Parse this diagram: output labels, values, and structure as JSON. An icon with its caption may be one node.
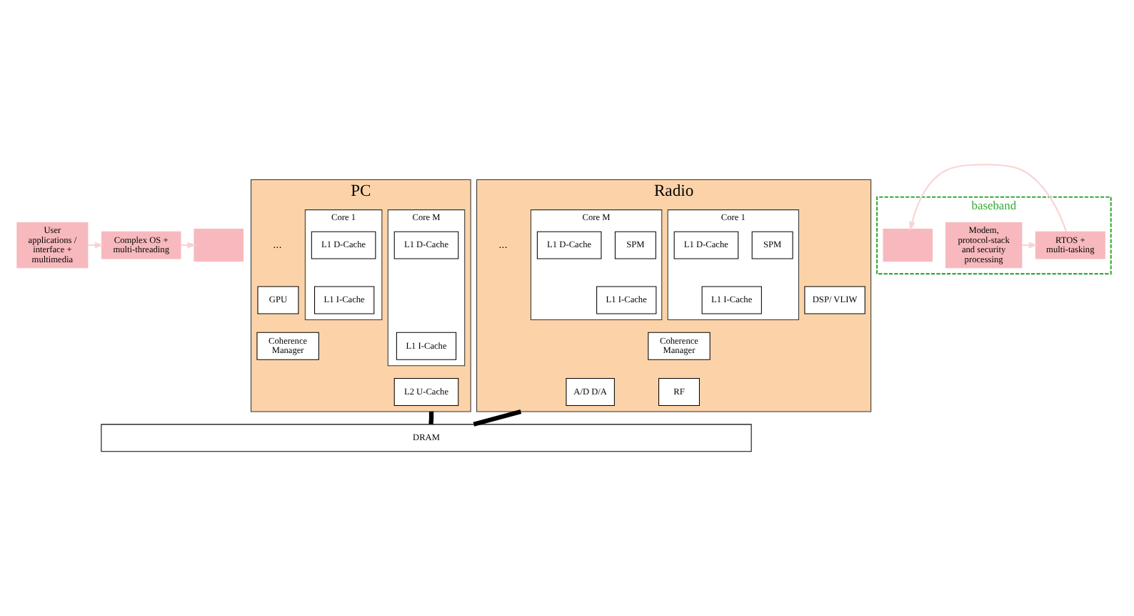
{
  "diagram": {
    "nodes": [
      {
        "text": [
          "User applications / interface + multimedia"
        ]
      },
      {
        "text": [
          "Complex OS + multi-threading"
        ]
      },
      {
        "text": [],
        "shape": "box"
      },
      {
        "text": [
          "PC"
        ]
      },
      {
        "text": [
          "GPU"
        ],
        "in": 3
      },
      {
        "text": [
          "Core 1"
        ],
        "in": 3
      },
      {
        "text": [
          "L1 I-Cache"
        ],
        "in": 5
      },
      {
        "text": [
          "L1 D-Cache"
        ],
        "in": 5
      },
      {
        "text": [
          "Core M"
        ],
        "in": 3
      },
      {
        "text": [
          "L1 I-Cache"
        ],
        "in": 8
      },
      {
        "text": [
          "L1 D-Cache"
        ],
        "in": 8
      },
      {
        "text": [
          "Coherence Manager"
        ],
        "in": 3
      },
      {
        "text": [
          "L2 U-Cache"
        ],
        "in": 3
      },
      {
        "text": [
          "baseband"
        ]
      },
      {
        "text": [
          "Modem, protocol-stack and security processing"
        ],
        "in": 13
      },
      {
        "text": [
          "RTOS + multi-tasking"
        ],
        "in": 13
      },
      {
        "text": [],
        "shape": "box",
        "in": 13
      },
      {
        "text": [
          "Radio"
        ]
      },
      {
        "text": [
          "DSP/ VLIW"
        ],
        "in": 17
      },
      {
        "text": [
          "Core 1"
        ],
        "in": 17
      },
      {
        "text": [
          "SPM"
        ],
        "in": 19
      },
      {
        "text": [
          "L1 I-Cache"
        ],
        "in": 19
      },
      {
        "text": [
          "L1 D-Cache"
        ],
        "in": 19
      },
      {
        "text": [
          "Core M"
        ],
        "in": 17
      },
      {
        "text": [
          "SPM"
        ],
        "in": 23
      },
      {
        "text": [
          "L1 I-Cache"
        ],
        "in": 23
      },
      {
        "text": [
          "L1 D-Cache"
        ],
        "in": 23
      },
      {
        "text": [
          "Coherence Manager"
        ],
        "in": 17
      },
      {
        "text": [
          "RF"
        ],
        "in": 17
      },
      {
        "text": [
          "A/D D/A"
        ],
        "in": 17
      },
      {
        "text": [
          "DRAM"
        ]
      }
    ],
    "edges": [
      {
        "from": 0,
        "to": 1,
        "arrow": "to"
      },
      {
        "from": 1,
        "to": 2,
        "arrow": "to"
      },
      {
        "from": 14,
        "to": 15,
        "arrow": "to"
      },
      {
        "from": 15,
        "to": 16,
        "arrow": "to"
      },
      {
        "from": 3,
        "to": 30,
        "arrow": "none",
        "style": "thick",
        "color": "#000000"
      },
      {
        "from": 17,
        "to": 30,
        "arrow": "none",
        "style": "thick",
        "color": "#000000"
      }
    ],
    "labels": [
      "...",
      "..."
    ]
  }
}
